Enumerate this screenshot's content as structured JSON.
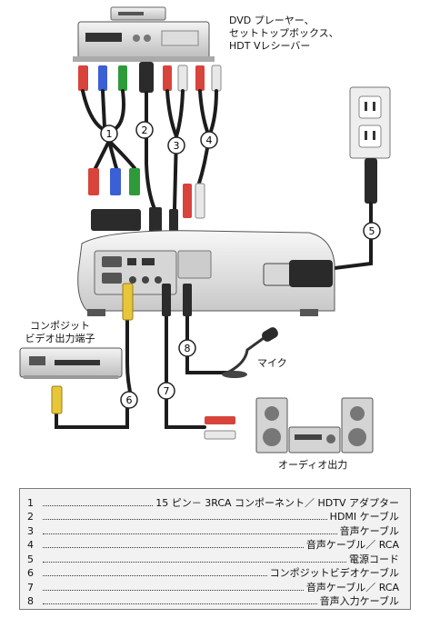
{
  "labels": {
    "dvd": [
      "DVD プレーヤー、",
      "セットトップボックス、",
      "HDT Vレシーバー"
    ],
    "composite": [
      "コンポジット",
      "ビデオ出力端子"
    ],
    "mic": "マイク",
    "audio_out": "オーディオ出力"
  },
  "markers": [
    "1",
    "2",
    "3",
    "4",
    "5",
    "6",
    "7",
    "8"
  ],
  "legend": [
    {
      "num": "1",
      "text": "15 ピン－ 3RCA コンポーネント／ HDTV アダプター"
    },
    {
      "num": "2",
      "text": "HDMI ケーブル"
    },
    {
      "num": "3",
      "text": "音声ケーブル"
    },
    {
      "num": "4",
      "text": "音声ケーブル／ RCA"
    },
    {
      "num": "5",
      "text": "電源コード"
    },
    {
      "num": "6",
      "text": "コンポジットビデオケーブル"
    },
    {
      "num": "7",
      "text": "音声ケーブル／ RCA"
    },
    {
      "num": "8",
      "text": "音声入力ケーブル"
    }
  ]
}
